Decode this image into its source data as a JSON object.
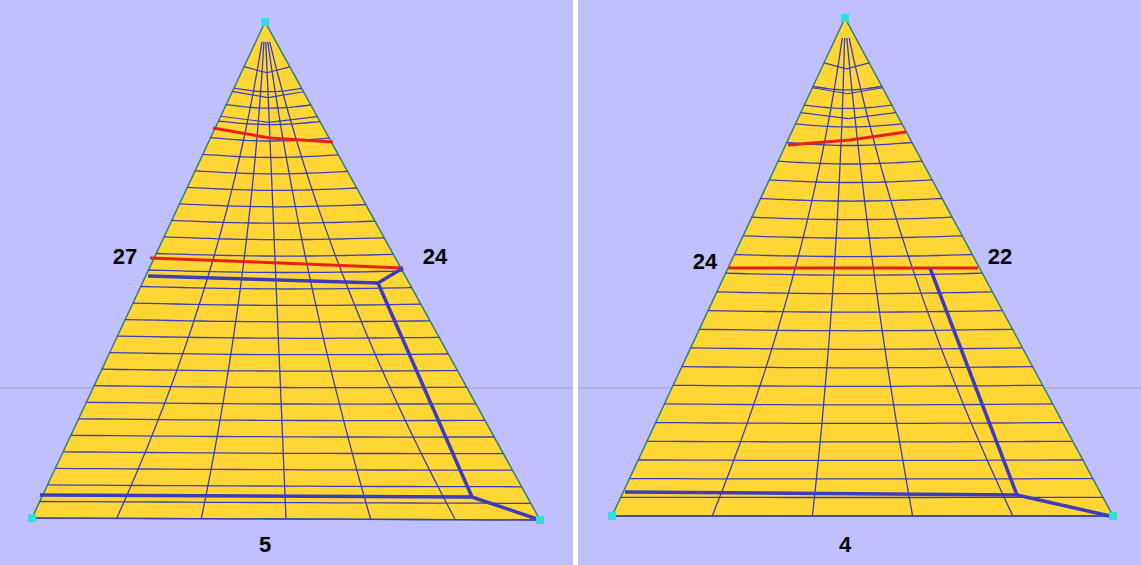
{
  "diagram": {
    "labels": [
      "27",
      "24",
      "5",
      "24",
      "22",
      "4"
    ]
  }
}
